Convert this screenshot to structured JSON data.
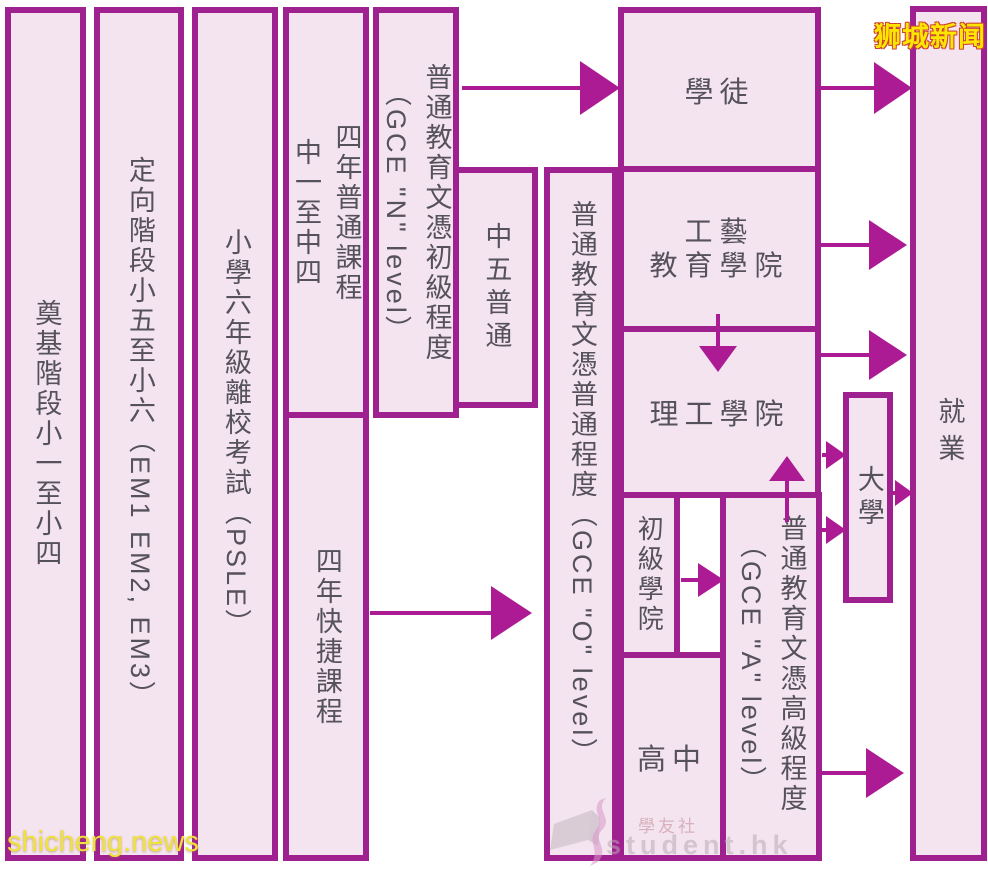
{
  "diagram": {
    "title_hint": "新加坡教育制度流程圖",
    "colors": {
      "box_fill": "#f4e4ef",
      "box_border": "#9f2190",
      "arrow": "#ad1b94",
      "text": "#55525c",
      "background": "#ffffff"
    },
    "boxes": {
      "foundation": {
        "label": "奠基階段小一至小四"
      },
      "orientation": {
        "label": "定向階段小五至小六（EM1 EM2, EM3）"
      },
      "psle": {
        "label": "小學六年級離校考試（PSLE）"
      },
      "normal_course": {
        "line1": "四年普通課程",
        "line2": "中一至中四"
      },
      "express_course": {
        "label": "四年快捷課程"
      },
      "gce_n": {
        "line1": "普通教育文憑初級程度",
        "line2": "（GCE \"N\" level）"
      },
      "sec5_normal": {
        "label": "中五普通"
      },
      "gce_o": {
        "label": "普通教育文憑普通程度（GCE \"O\" level）"
      },
      "apprentice": {
        "label": "學徒"
      },
      "ite": {
        "line1": "工藝",
        "line2": "教育學院"
      },
      "poly": {
        "label": "理工學院"
      },
      "jc": {
        "label": "初級學院"
      },
      "senior_high": {
        "label": "高中"
      },
      "gce_a": {
        "line1": "普通教育文憑高級程度",
        "line2": "（GCE \"A\" level）"
      },
      "university": {
        "label": "大學"
      },
      "employment": {
        "label": "就業"
      }
    },
    "arrows": [
      {
        "from": "gce_n",
        "to": "apprentice"
      },
      {
        "from": "apprentice",
        "to": "employment"
      },
      {
        "from": "ite",
        "to": "employment"
      },
      {
        "from": "ite",
        "to": "poly"
      },
      {
        "from": "poly",
        "to": "employment"
      },
      {
        "from": "express_course",
        "to": "gce_o"
      },
      {
        "from": "gce_a",
        "to": "poly"
      },
      {
        "from": "poly",
        "to": "university"
      },
      {
        "from": "gce_a",
        "to": "university"
      },
      {
        "from": "university",
        "to": "employment"
      },
      {
        "from": "jc",
        "to": "gce_a"
      },
      {
        "from": "gce_a",
        "to": "employment"
      }
    ]
  },
  "watermarks": {
    "top_right": "狮城新闻",
    "bottom_left": "shicheng.news",
    "center_name": "學友社",
    "center_site": "student.hk"
  }
}
